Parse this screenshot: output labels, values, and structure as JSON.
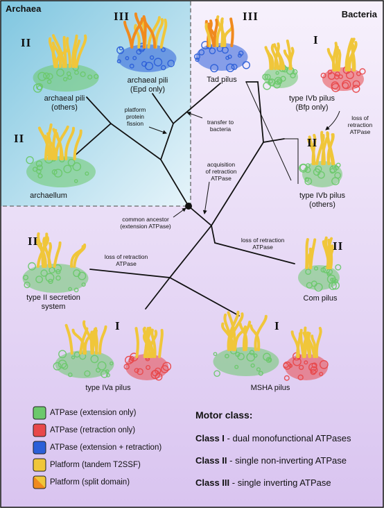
{
  "regions": {
    "archaea": "Archaea",
    "bacteria": "Bacteria"
  },
  "pili": {
    "archaeal_others": [
      "archaeal pili",
      "(others)"
    ],
    "archaeal_epd": [
      "archaeal pili",
      "(Epd only)"
    ],
    "archaellum": "archaellum",
    "tad": "Tad pilus",
    "ivb_bfp": [
      "type IVb pilus",
      "(Bfp only)"
    ],
    "ivb_others": [
      "type IVb pilus",
      "(others)"
    ],
    "t2ss": [
      "type II secretion",
      "system"
    ],
    "com": "Com pilus",
    "iva": "type IVa pilus",
    "msha": "MSHA pilus"
  },
  "classes_shown": {
    "archaeal_others": "II",
    "archaeal_epd": "III",
    "archaellum": "II",
    "tad": "III",
    "ivb_bfp": "I",
    "ivb_others": "II",
    "t2ss": "II",
    "com": "II",
    "iva": "I",
    "msha": "I"
  },
  "annotations": {
    "platform_fission": [
      "platform",
      "protein",
      "fission"
    ],
    "transfer": [
      "transfer to",
      "bacteria"
    ],
    "acquisition": [
      "acquisition",
      "of retraction",
      "ATPase"
    ],
    "ancestor": [
      "common ancestor",
      "(extension ATPase)"
    ],
    "loss_t2ss": [
      "loss of retraction",
      "ATPase"
    ],
    "loss_com": [
      "loss of retraction",
      "ATPase"
    ],
    "loss_ivb": [
      "loss of",
      "retraction",
      "ATPase"
    ]
  },
  "legend": [
    {
      "label": "ATPase (extension only)",
      "color": "#6cc86c"
    },
    {
      "label": "ATPase (retraction only)",
      "color": "#e8484a"
    },
    {
      "label": "ATPase (extension + retraction)",
      "color": "#2c5fd8"
    },
    {
      "label": "Platform (tandem T2SSF)",
      "color": "#f0c63a"
    },
    {
      "label": "Platform (split domain)",
      "color": "#f08a1e"
    }
  ],
  "motor": {
    "title": "Motor class:",
    "class1": {
      "name": "Class I",
      "desc": " - dual monofunctional ATPases"
    },
    "class2": {
      "name": "Class II",
      "desc": " - single non-inverting ATPase"
    },
    "class3": {
      "name": "Class III",
      "desc": " - single inverting ATPase"
    }
  }
}
